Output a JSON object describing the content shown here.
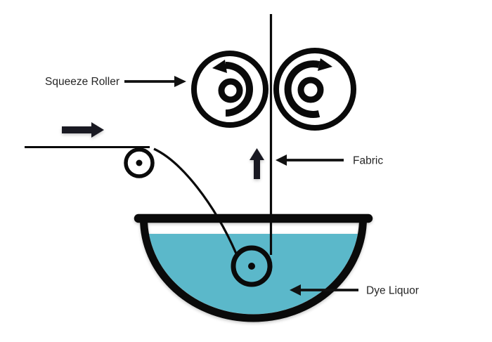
{
  "diagram": {
    "labels": {
      "squeeze_roller": "Squeeze Roller",
      "fabric": "Fabric",
      "dye_liquor": "Dye Liquor"
    },
    "colors": {
      "ink": "#0a0a0a",
      "dye_liquor_fill": "#5bb8ca",
      "flow_arrow": "#191922",
      "label_text": "#262626",
      "background": "#ffffff"
    },
    "elements": [
      "left-squeeze-roller",
      "right-squeeze-roller",
      "guide-roller",
      "immersion-roller",
      "dye-bath",
      "fabric-web",
      "fabric-input-flow-arrow",
      "fabric-output-flow-arrow",
      "counterclockwise-rotation-arrow",
      "clockwise-rotation-arrow"
    ]
  }
}
